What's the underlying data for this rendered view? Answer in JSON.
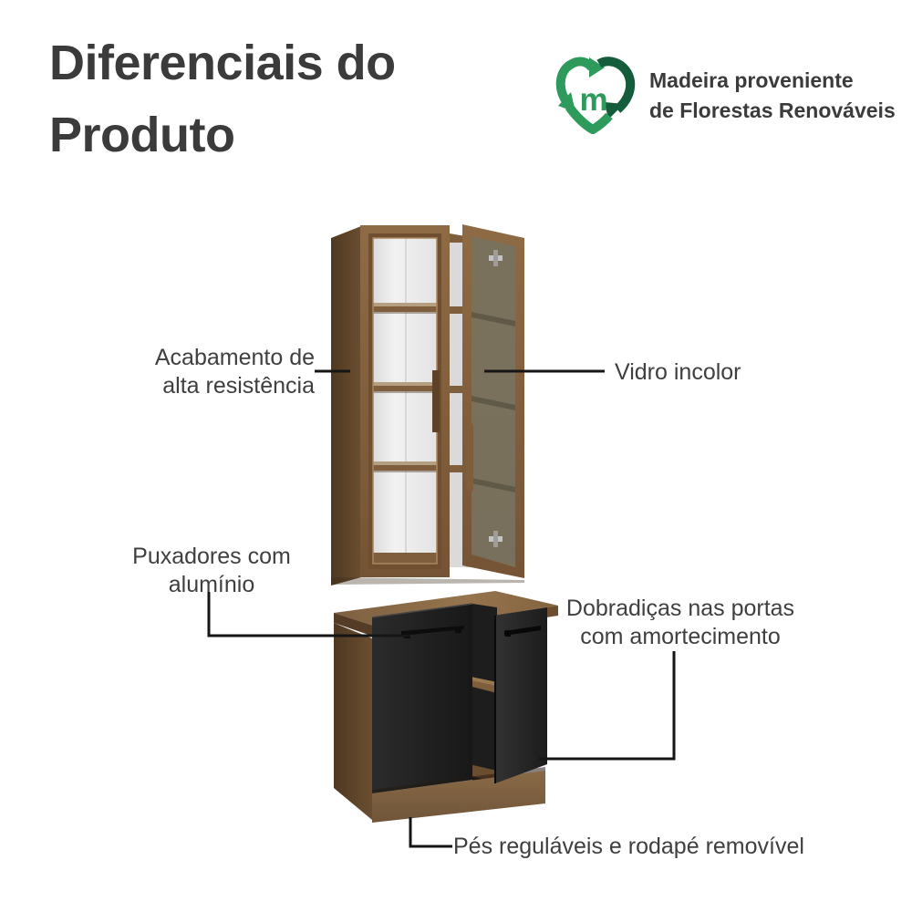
{
  "header": {
    "title_line1": "Diferenciais do",
    "title_line2": "Produto"
  },
  "eco_badge": {
    "icon": "recycle-heart-m-icon",
    "monogram": "m",
    "line1": "Madeira proveniente",
    "line2": "de Florestas Renováveis",
    "green": "#2E9A5C",
    "green_dark": "#155C3C",
    "text_color": "#3B3B3B"
  },
  "callouts": {
    "acabamento": {
      "line1": "Acabamento de",
      "line2": "alta resistência",
      "target": "upper-cabinet-side-panel"
    },
    "vidro": {
      "line1": "Vidro incolor",
      "target": "upper-cabinet-open-glass-door"
    },
    "puxadores": {
      "line1": "Puxadores com",
      "line2": "alumínio",
      "target": "lower-cabinet-left-door-handle"
    },
    "dobradicas": {
      "line1": "Dobradiças nas portas",
      "line2": "com amortecimento",
      "target": "lower-cabinet-open-door"
    },
    "pes": {
      "line1": "Pés reguláveis e rodapé removível",
      "target": "lower-cabinet-plinth"
    }
  },
  "product": {
    "name": "kitchen-cabinet-set",
    "upper_unit": "two-glass-door-wall-cabinet-right-door-open",
    "lower_unit": "two-black-door-base-cabinet-right-door-open",
    "colors": {
      "wood": "#82603C",
      "wood_dark": "#543C26",
      "wood_light": "#96744E",
      "door_black": "#222222",
      "interior_white": "#EFEFEF",
      "glass_tint": "#78725F",
      "hinge_silver": "#C4C4C4"
    }
  },
  "style": {
    "title_color": "#3B3B3B",
    "label_color": "#3F3F3F",
    "line_color": "#151515",
    "background": "#FFFFFF"
  }
}
